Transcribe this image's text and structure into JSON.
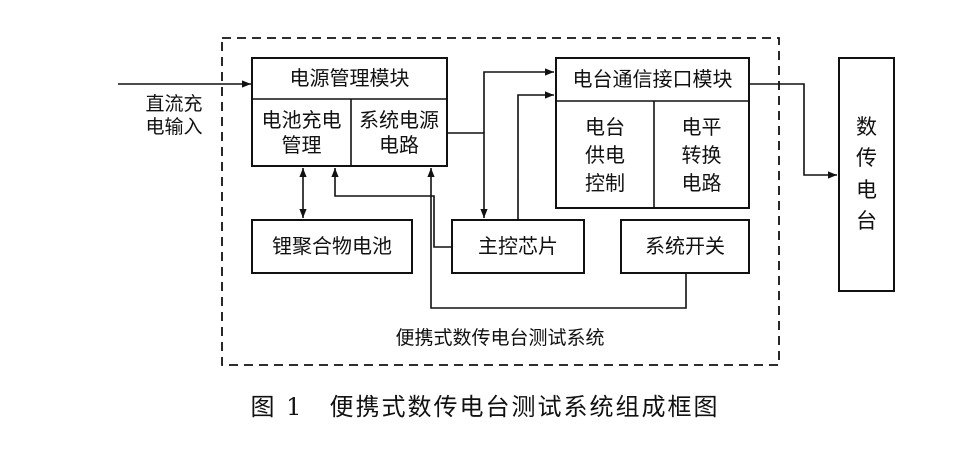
{
  "diagram": {
    "system_label": "便携式数传电台测试系统",
    "power_module": {
      "title": "电源管理模块",
      "battery_charge": "电池充电\n管理",
      "system_power": "系统电源\n电路"
    },
    "radio_interface": {
      "title": "电台通信接口模块",
      "supply_control": "电台\n供电\n控制",
      "level_shift": "电平\n转换\n电路"
    },
    "battery": "锂聚合物电池",
    "mcu": "主控芯片",
    "switch": "系统开关",
    "radio": "数\n传\n电\n台",
    "dc_input": "直流充\n电输入"
  },
  "caption": "图 1　便携式数传电台测试系统组成框图"
}
